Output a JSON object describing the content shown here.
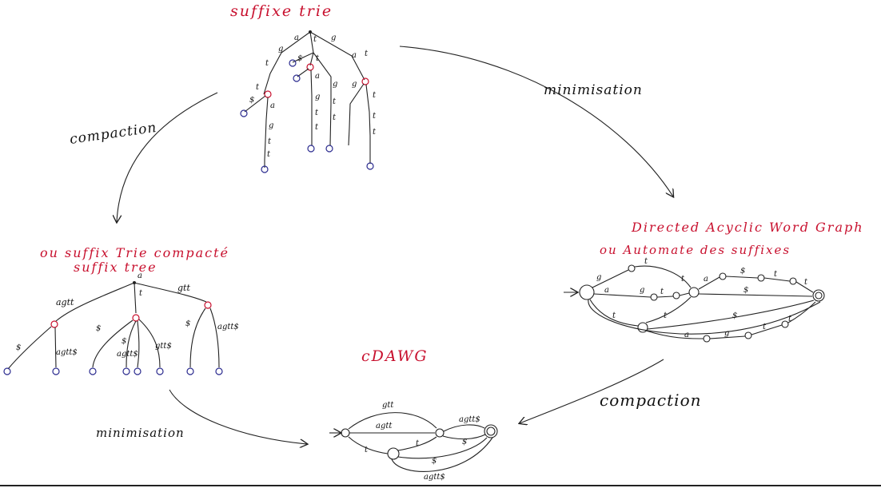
{
  "titles": {
    "suffix_trie": "suffixe trie",
    "compact_line1": "ou suffix Trie compacté",
    "compact_line2": "suffix tree",
    "dawg_line1": "Directed Acyclic Word Graph",
    "dawg_line2": "ou Automate des suffixes",
    "cdawg": "cDAWG"
  },
  "arrows": {
    "top_left": "compaction",
    "top_right": "minimisation",
    "bottom_left": "minimisation",
    "bottom_right": "compaction"
  },
  "edge_labels": {
    "a": "a",
    "g": "g",
    "t": "t",
    "dollar": "$",
    "agtt": "agtt",
    "gtt": "gtt",
    "agtt_dollar": "agtt$",
    "gtt_dollar": "gtt$",
    "dollar_gt": "$"
  },
  "colors": {
    "ink": "#222222",
    "title_red": "#c8102e",
    "leaf_blue": "#2b2b8f"
  }
}
